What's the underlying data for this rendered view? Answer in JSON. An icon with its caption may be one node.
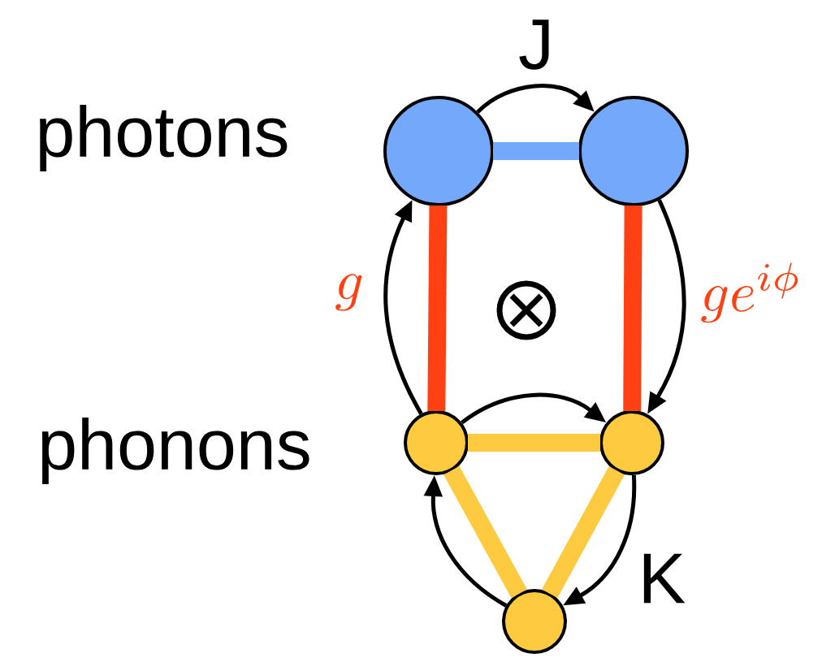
{
  "diagram": {
    "nodes": [
      {
        "text": [],
        "shape": "circle"
      },
      {
        "text": [],
        "shape": "circle"
      },
      {
        "text": [],
        "shape": "circle"
      },
      {
        "text": [],
        "shape": "circle"
      },
      {
        "text": [],
        "shape": "circle"
      }
    ],
    "edges": [
      {
        "from": 0,
        "to": 1,
        "arrow": "none",
        "style": "thick",
        "color": "#74a8fb"
      },
      {
        "from": 0,
        "to": 2,
        "arrow": "none",
        "style": "thick",
        "color": "#ff4013"
      },
      {
        "from": 1,
        "to": 3,
        "arrow": "none",
        "style": "thick",
        "color": "#ff4013"
      },
      {
        "from": 2,
        "to": 3,
        "arrow": "none",
        "style": "thick",
        "color": "#fdca40"
      },
      {
        "from": 2,
        "to": 4,
        "arrow": "none",
        "style": "thick",
        "color": "#fdca40"
      },
      {
        "from": 3,
        "to": 4,
        "arrow": "none",
        "style": "thick",
        "color": "#fdca40"
      },
      {
        "from": 0,
        "to": 1,
        "arrow": "to"
      },
      {
        "from": 1,
        "to": 3,
        "arrow": "to"
      },
      {
        "from": 2,
        "to": 0,
        "arrow": "to"
      },
      {
        "from": 2,
        "to": 3,
        "arrow": "to"
      },
      {
        "from": 3,
        "to": 4,
        "arrow": "to"
      },
      {
        "from": 4,
        "to": 2,
        "arrow": "to"
      }
    ],
    "labels": [
      "J",
      "photons",
      "g",
      "ge^{i\\phi}",
      "phonons",
      "K"
    ]
  }
}
